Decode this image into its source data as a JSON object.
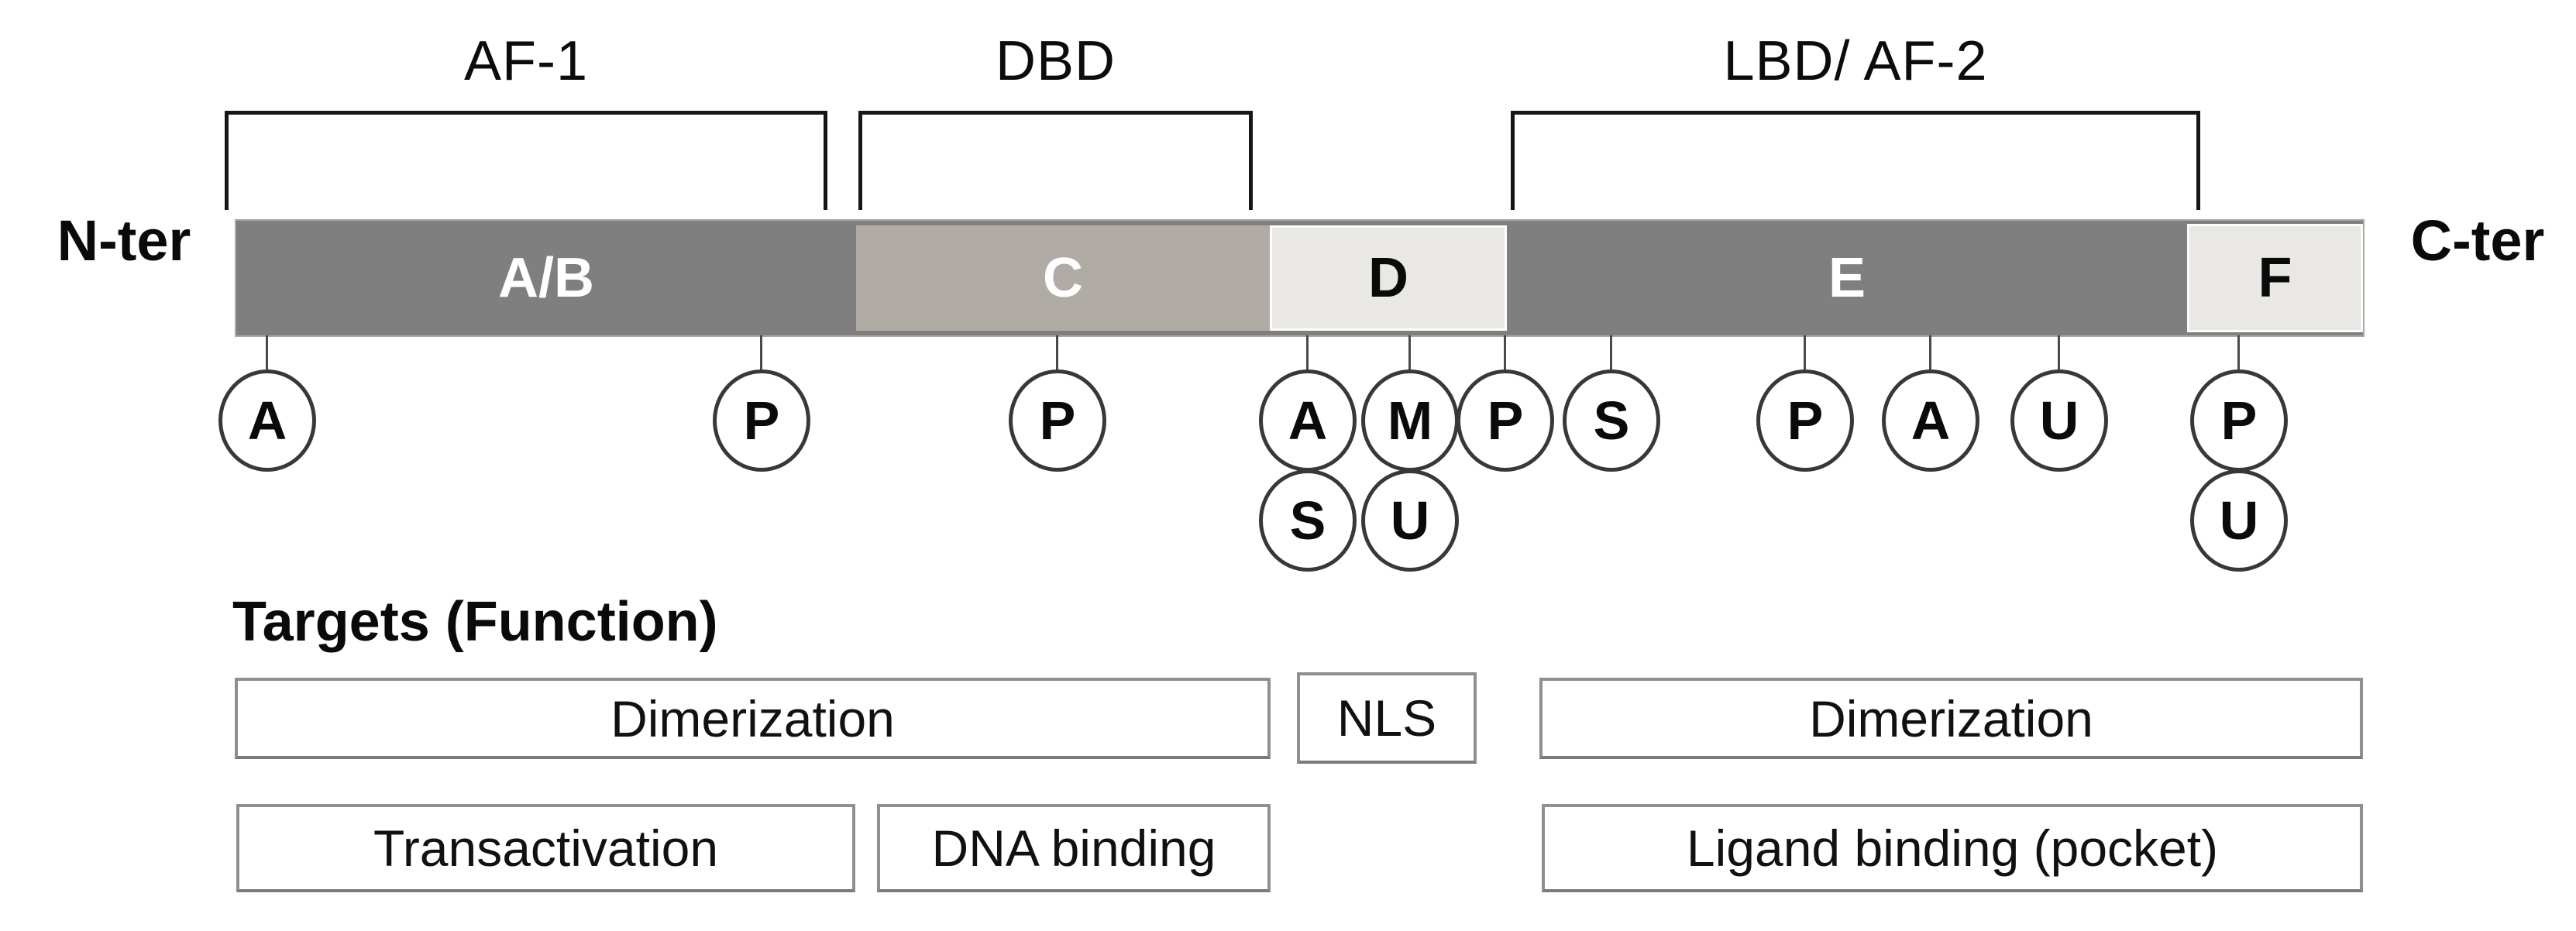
{
  "terminals": {
    "left": "N-ter",
    "right": "C-ter"
  },
  "brackets": [
    {
      "label": "AF-1"
    },
    {
      "label": "DBD"
    },
    {
      "label": "LBD/ AF-2"
    }
  ],
  "domains": [
    {
      "label": "A/B",
      "color": "#7f7f7f",
      "text_color": "#ffffff"
    },
    {
      "label": "C",
      "color": "#b1aba5",
      "text_color": "#ffffff"
    },
    {
      "label": "D",
      "color": "#e9e8e5",
      "text_color": "#0a0a0a"
    },
    {
      "label": "E",
      "color": "#7f7f7f",
      "text_color": "#ffffff"
    },
    {
      "label": "F",
      "color": "#e9e8e5",
      "text_color": "#0a0a0a"
    }
  ],
  "modifications": [
    {
      "label": "A"
    },
    {
      "label": "P"
    },
    {
      "label": "P"
    },
    {
      "label": "A"
    },
    {
      "label": "M"
    },
    {
      "label": "P"
    },
    {
      "label": "S"
    },
    {
      "label": "P"
    },
    {
      "label": "A"
    },
    {
      "label": "U"
    },
    {
      "label": "P"
    },
    {
      "label": "S"
    },
    {
      "label": "U"
    },
    {
      "label": "U"
    }
  ],
  "functions": {
    "heading": "Targets (Function)",
    "boxes": [
      {
        "label": "Dimerization"
      },
      {
        "label": "NLS"
      },
      {
        "label": "Dimerization"
      },
      {
        "label": "Transactivation"
      },
      {
        "label": "DNA binding"
      },
      {
        "label": "Ligand binding (pocket)"
      }
    ]
  },
  "colors": {
    "dark_domain": "#7f7f7f",
    "medium_domain": "#b1aba5",
    "light_domain": "#e9e8e5",
    "bracket_line": "#161616",
    "circle_border": "#383838",
    "box_border": "#8f8f8f",
    "background": "#ffffff"
  }
}
